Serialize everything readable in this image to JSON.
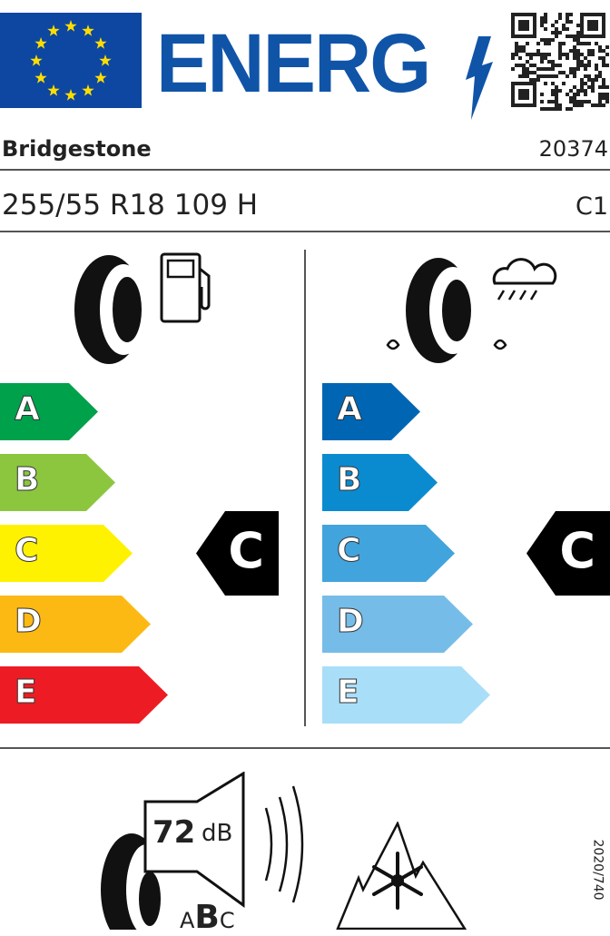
{
  "header": {
    "logo_text": "ENERG"
  },
  "supplier": {
    "name": "Bridgestone",
    "type_id": "20374"
  },
  "tyre": {
    "size": "255/55 R18 109 H",
    "class": "C1"
  },
  "fuel_efficiency": {
    "classes": [
      "A",
      "B",
      "C",
      "D",
      "E"
    ],
    "colors": [
      "#00a14b",
      "#8cc63f",
      "#fff200",
      "#fdb913",
      "#ed1c24"
    ],
    "rating": "C"
  },
  "wet_grip": {
    "classes": [
      "A",
      "B",
      "C",
      "D",
      "E"
    ],
    "colors": [
      "#0066b3",
      "#0a8bd0",
      "#41a4dd",
      "#76bce8",
      "#a9def8"
    ],
    "rating": "C"
  },
  "noise": {
    "value": "72",
    "unit": "dB",
    "classes": [
      "A",
      "B",
      "C"
    ],
    "rating": "B"
  },
  "snow_grip": true,
  "regulation": "2020/740"
}
